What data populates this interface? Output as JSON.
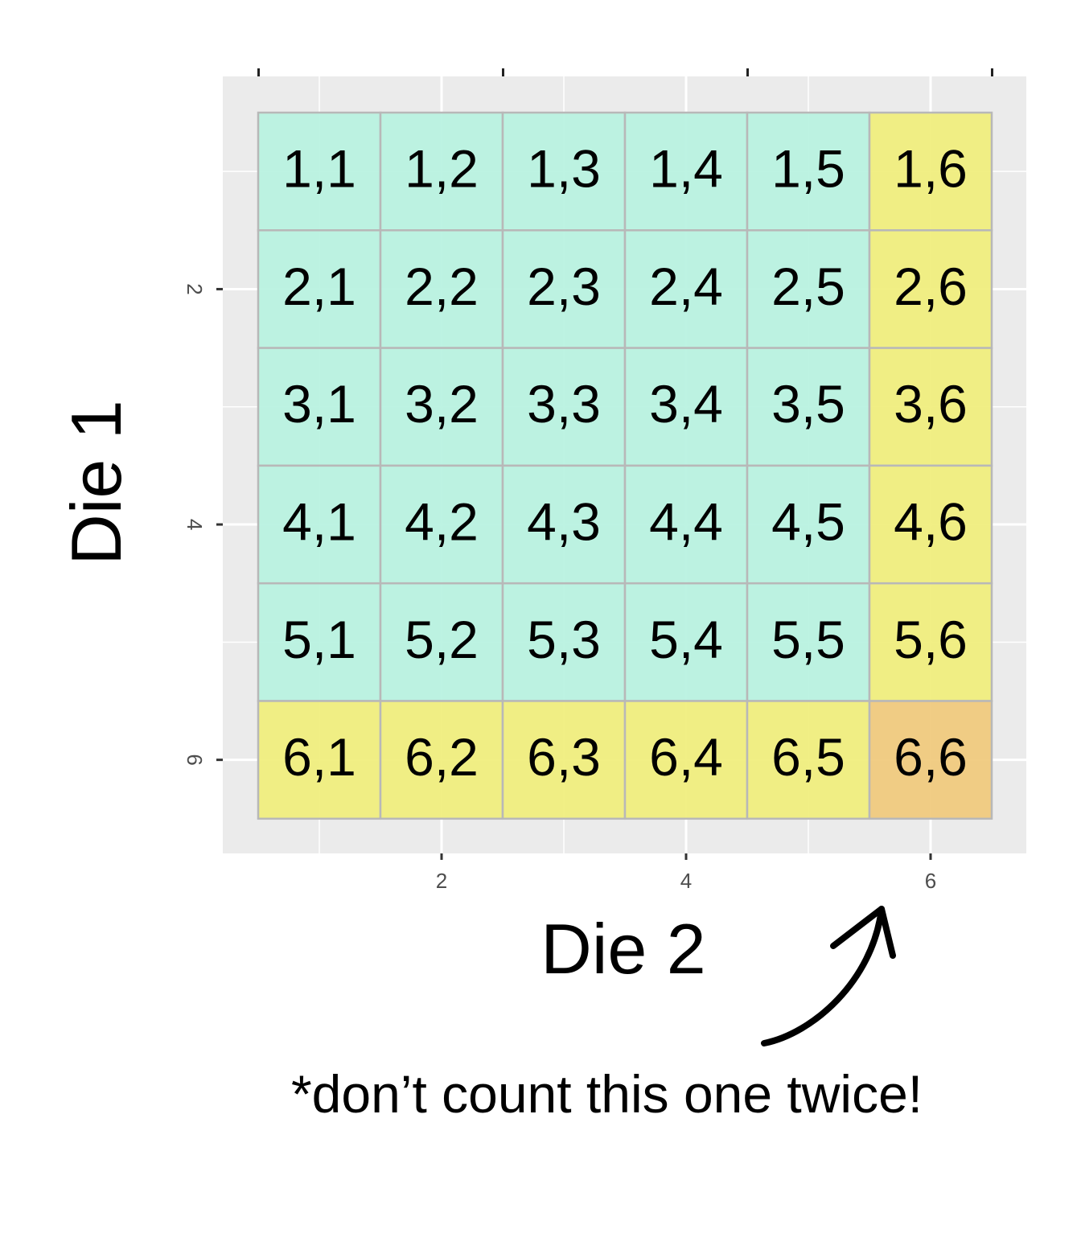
{
  "chart_data": {
    "type": "heatmap",
    "title": "",
    "xlabel": "Die 2",
    "ylabel": "Die 1",
    "x_ticks": [
      "2",
      "4",
      "6"
    ],
    "y_ticks": [
      "2",
      "4",
      "6"
    ],
    "x_categories": [
      1,
      2,
      3,
      4,
      5,
      6
    ],
    "y_categories": [
      1,
      2,
      3,
      4,
      5,
      6
    ],
    "cells": [
      {
        "die1": 1,
        "die2": 1,
        "label": "1,1",
        "group": "no-six"
      },
      {
        "die1": 1,
        "die2": 2,
        "label": "1,2",
        "group": "no-six"
      },
      {
        "die1": 1,
        "die2": 3,
        "label": "1,3",
        "group": "no-six"
      },
      {
        "die1": 1,
        "die2": 4,
        "label": "1,4",
        "group": "no-six"
      },
      {
        "die1": 1,
        "die2": 5,
        "label": "1,5",
        "group": "no-six"
      },
      {
        "die1": 1,
        "die2": 6,
        "label": "1,6",
        "group": "one-six"
      },
      {
        "die1": 2,
        "die2": 1,
        "label": "2,1",
        "group": "no-six"
      },
      {
        "die1": 2,
        "die2": 2,
        "label": "2,2",
        "group": "no-six"
      },
      {
        "die1": 2,
        "die2": 3,
        "label": "2,3",
        "group": "no-six"
      },
      {
        "die1": 2,
        "die2": 4,
        "label": "2,4",
        "group": "no-six"
      },
      {
        "die1": 2,
        "die2": 5,
        "label": "2,5",
        "group": "no-six"
      },
      {
        "die1": 2,
        "die2": 6,
        "label": "2,6",
        "group": "one-six"
      },
      {
        "die1": 3,
        "die2": 1,
        "label": "3,1",
        "group": "no-six"
      },
      {
        "die1": 3,
        "die2": 2,
        "label": "3,2",
        "group": "no-six"
      },
      {
        "die1": 3,
        "die2": 3,
        "label": "3,3",
        "group": "no-six"
      },
      {
        "die1": 3,
        "die2": 4,
        "label": "3,4",
        "group": "no-six"
      },
      {
        "die1": 3,
        "die2": 5,
        "label": "3,5",
        "group": "no-six"
      },
      {
        "die1": 3,
        "die2": 6,
        "label": "3,6",
        "group": "one-six"
      },
      {
        "die1": 4,
        "die2": 1,
        "label": "4,1",
        "group": "no-six"
      },
      {
        "die1": 4,
        "die2": 2,
        "label": "4,2",
        "group": "no-six"
      },
      {
        "die1": 4,
        "die2": 3,
        "label": "4,3",
        "group": "no-six"
      },
      {
        "die1": 4,
        "die2": 4,
        "label": "4,4",
        "group": "no-six"
      },
      {
        "die1": 4,
        "die2": 5,
        "label": "4,5",
        "group": "no-six"
      },
      {
        "die1": 4,
        "die2": 6,
        "label": "4,6",
        "group": "one-six"
      },
      {
        "die1": 5,
        "die2": 1,
        "label": "5,1",
        "group": "no-six"
      },
      {
        "die1": 5,
        "die2": 2,
        "label": "5,2",
        "group": "no-six"
      },
      {
        "die1": 5,
        "die2": 3,
        "label": "5,3",
        "group": "no-six"
      },
      {
        "die1": 5,
        "die2": 4,
        "label": "5,4",
        "group": "no-six"
      },
      {
        "die1": 5,
        "die2": 5,
        "label": "5,5",
        "group": "no-six"
      },
      {
        "die1": 5,
        "die2": 6,
        "label": "5,6",
        "group": "one-six"
      },
      {
        "die1": 6,
        "die2": 1,
        "label": "6,1",
        "group": "one-six"
      },
      {
        "die1": 6,
        "die2": 2,
        "label": "6,2",
        "group": "one-six"
      },
      {
        "die1": 6,
        "die2": 3,
        "label": "6,3",
        "group": "one-six"
      },
      {
        "die1": 6,
        "die2": 4,
        "label": "6,4",
        "group": "one-six"
      },
      {
        "die1": 6,
        "die2": 5,
        "label": "6,5",
        "group": "one-six"
      },
      {
        "die1": 6,
        "die2": 6,
        "label": "6,6",
        "group": "double-six"
      }
    ],
    "colors": {
      "no-six": "#b8f2e0",
      "one-six": "#f0ee7c",
      "double-six": "#f0c97c",
      "panel": "#ebebeb",
      "cell_border": "#b8b8b8"
    },
    "grid": true,
    "y_axis_reversed": true,
    "annotation": {
      "text": "*don’t count this one twice!",
      "points_to": "6,6"
    }
  }
}
